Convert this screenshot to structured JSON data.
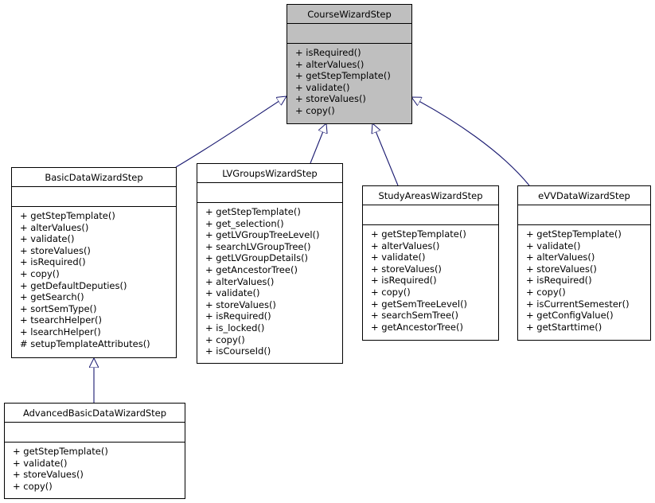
{
  "classes": {
    "course_wizard_step": {
      "name": "CourseWizardStep",
      "operations": [
        "+ isRequired()",
        "+ alterValues()",
        "+ getStepTemplate()",
        "+ validate()",
        "+ storeValues()",
        "+ copy()"
      ]
    },
    "basic_data_wizard_step": {
      "name": "BasicDataWizardStep",
      "operations": [
        "+ getStepTemplate()",
        "+ alterValues()",
        "+ validate()",
        "+ storeValues()",
        "+ isRequired()",
        "+ copy()",
        "+ getDefaultDeputies()",
        "+ getSearch()",
        "+ sortSemType()",
        "+ tsearchHelper()",
        "+ lsearchHelper()",
        "# setupTemplateAttributes()"
      ]
    },
    "lv_groups_wizard_step": {
      "name": "LVGroupsWizardStep",
      "operations": [
        "+ getStepTemplate()",
        "+ get_selection()",
        "+ getLVGroupTreeLevel()",
        "+ searchLVGroupTree()",
        "+ getLVGroupDetails()",
        "+ getAncestorTree()",
        "+ alterValues()",
        "+ validate()",
        "+ storeValues()",
        "+ isRequired()",
        "+ is_locked()",
        "+ copy()",
        "+ isCourseId()"
      ]
    },
    "study_areas_wizard_step": {
      "name": "StudyAreasWizardStep",
      "operations": [
        "+ getStepTemplate()",
        "+ alterValues()",
        "+ validate()",
        "+ storeValues()",
        "+ isRequired()",
        "+ copy()",
        "+ getSemTreeLevel()",
        "+ searchSemTree()",
        "+ getAncestorTree()"
      ]
    },
    "evv_data_wizard_step": {
      "name": "eVVDataWizardStep",
      "operations": [
        "+ getStepTemplate()",
        "+ validate()",
        "+ alterValues()",
        "+ storeValues()",
        "+ isRequired()",
        "+ copy()",
        "+ isCurrentSemester()",
        "+ getConfigValue()",
        "+ getStarttime()"
      ]
    },
    "advanced_basic_data_wizard_step": {
      "name": "AdvancedBasicDataWizardStep",
      "operations": [
        "+ getStepTemplate()",
        "+ validate()",
        "+ storeValues()",
        "+ copy()"
      ]
    }
  },
  "colors": {
    "highlight_fill": "#bfbfbf",
    "edge": "#191970",
    "border": "#000000"
  }
}
